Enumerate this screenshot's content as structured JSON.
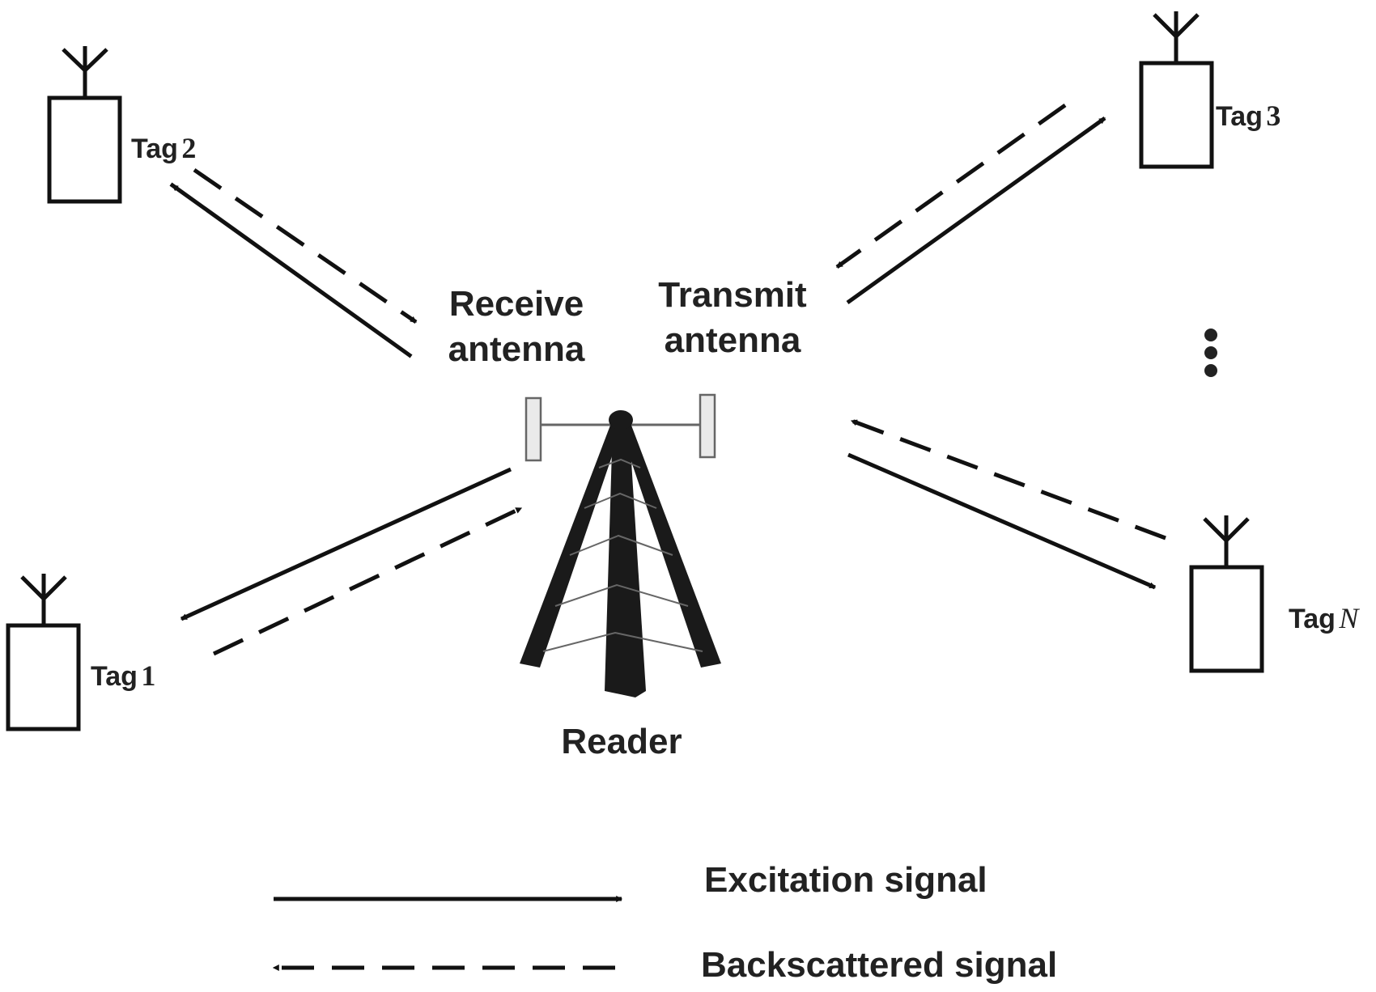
{
  "labels": {
    "receive_antenna_line1": "Receive",
    "receive_antenna_line2": "antenna",
    "transmit_antenna_line1": "Transmit",
    "transmit_antenna_line2": "antenna",
    "reader": "Reader"
  },
  "tags": [
    {
      "word": "Tag",
      "id": "1"
    },
    {
      "word": "Tag",
      "id": "2"
    },
    {
      "word": "Tag",
      "id": "3"
    },
    {
      "word": "Tag",
      "id": "N"
    }
  ],
  "legend": {
    "excitation": "Excitation signal",
    "backscattered": "Backscattered signal"
  }
}
